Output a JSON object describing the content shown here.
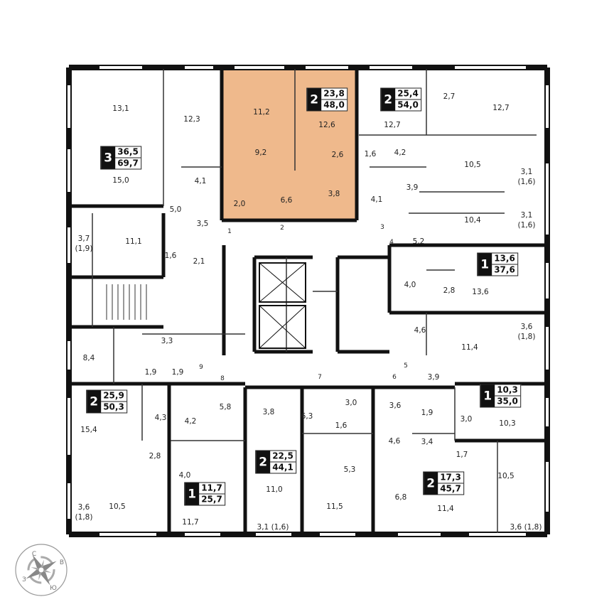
{
  "highlight_color": "#efb98c",
  "wall_color": "#111111",
  "apartments": [
    {
      "rooms": "3",
      "living": "36,5",
      "total": "69,7"
    },
    {
      "rooms": "2",
      "living": "23,8",
      "total": "48,0",
      "highlighted": true
    },
    {
      "rooms": "2",
      "living": "25,4",
      "total": "54,0"
    },
    {
      "rooms": "1",
      "living": "13,6",
      "total": "37,6"
    },
    {
      "rooms": "2",
      "living": "25,9",
      "total": "50,3"
    },
    {
      "rooms": "1",
      "living": "10,3",
      "total": "35,0"
    },
    {
      "rooms": "2",
      "living": "22,5",
      "total": "44,1"
    },
    {
      "rooms": "1",
      "living": "11,7",
      "total": "25,7"
    },
    {
      "rooms": "2",
      "living": "17,3",
      "total": "45,7"
    }
  ],
  "room_areas": [
    "13,1",
    "12,3",
    "11,2",
    "12,6",
    "9,2",
    "2,6",
    "4,1",
    "15,0",
    "2,0",
    "6,6",
    "3,8",
    "5,0",
    "3,5",
    "3,7\n(1,9)",
    "11,1",
    "1,6",
    "2,1",
    "2,7",
    "12,7",
    "12,7",
    "1,6",
    "4,2",
    "10,5",
    "3,1\n(1,6)",
    "3,9",
    "4,1",
    "10,4",
    "3,1\n(1,6)",
    "5,2",
    "4,0",
    "2,8",
    "13,6",
    "3,3",
    "8,4",
    "1,9",
    "1,9",
    "15,4",
    "4,3",
    "4,2",
    "5,8",
    "2,8",
    "4,0",
    "10,5",
    "3,6\n(1,8)",
    "11,7",
    "3,8",
    "6,3",
    "3,0",
    "1,6",
    "5,3",
    "11,0",
    "11,5",
    "3,1 (1,6)",
    "3,6",
    "1,9",
    "4,6",
    "3,4",
    "6,8",
    "11,4",
    "1,7",
    "10,5",
    "3,6 (1,8)",
    "4,6",
    "11,4",
    "3,6\n(1,8)",
    "3,9",
    "3,0",
    "10,3"
  ],
  "door_numbers": [
    "1",
    "2",
    "3",
    "4",
    "5",
    "6",
    "7",
    "8",
    "9"
  ],
  "compass": {
    "north": "С",
    "east": "В",
    "south": "Ю",
    "west": "З"
  }
}
